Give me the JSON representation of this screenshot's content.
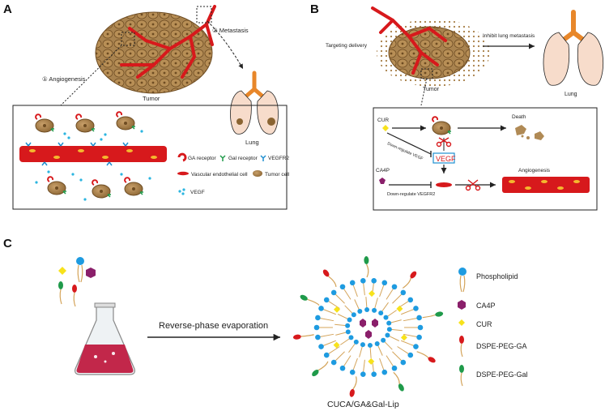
{
  "panel_a": {
    "letter": "A",
    "angiogenesis": "① Angiogenesis",
    "metastasis": "② Metastasis",
    "tumor": "Tumor",
    "lung": "Lung",
    "legend": {
      "ga_receptor": "GA receptor",
      "gal_receptor": "Gal receptor",
      "vegfr2": "VEGFR2",
      "vascular_cell": "Vascular endothelial cell",
      "tumor_cell": "Tumor cell",
      "vegf": "VEGF"
    }
  },
  "panel_b": {
    "letter": "B",
    "targeting": "Targeting delivery",
    "inhibit": "Inhibit lung metastasis",
    "tumor": "Tumor",
    "lung": "Lung",
    "cur": "CUR",
    "death": "Death",
    "down_vegf": "Down-regulate VEGF",
    "vegf_box": "VEGF",
    "ca4p": "CA4P",
    "down_vegfr2": "Down-regulate VEGFR2",
    "angiogenesis": "Angiogenesis"
  },
  "panel_c": {
    "letter": "C",
    "process": "Reverse-phase evaporation",
    "product": "CUCA/GA&Gal-Lip",
    "legend": {
      "phospholipid": "Phospholipid",
      "ca4p": "CA4P",
      "cur": "CUR",
      "dspe_ga": "DSPE-PEG-GA",
      "dspe_gal": "DSPE-PEG-Gal"
    }
  },
  "colors": {
    "vessel": "#d7191c",
    "tumor_cell": "#a67c45",
    "tumor_dark": "#7a5528",
    "gal_green": "#1f9a4a",
    "vegfr_blue": "#1f8fd0",
    "vegf_cyan": "#2bb5e0",
    "lung_fill": "#f7dccb",
    "trachea": "#e8872a",
    "ca4p_purple": "#8a1f6a",
    "cur_yellow": "#f7e21b",
    "phospholipid_blue": "#1e9be0",
    "flask_liquid": "#c2274a"
  }
}
